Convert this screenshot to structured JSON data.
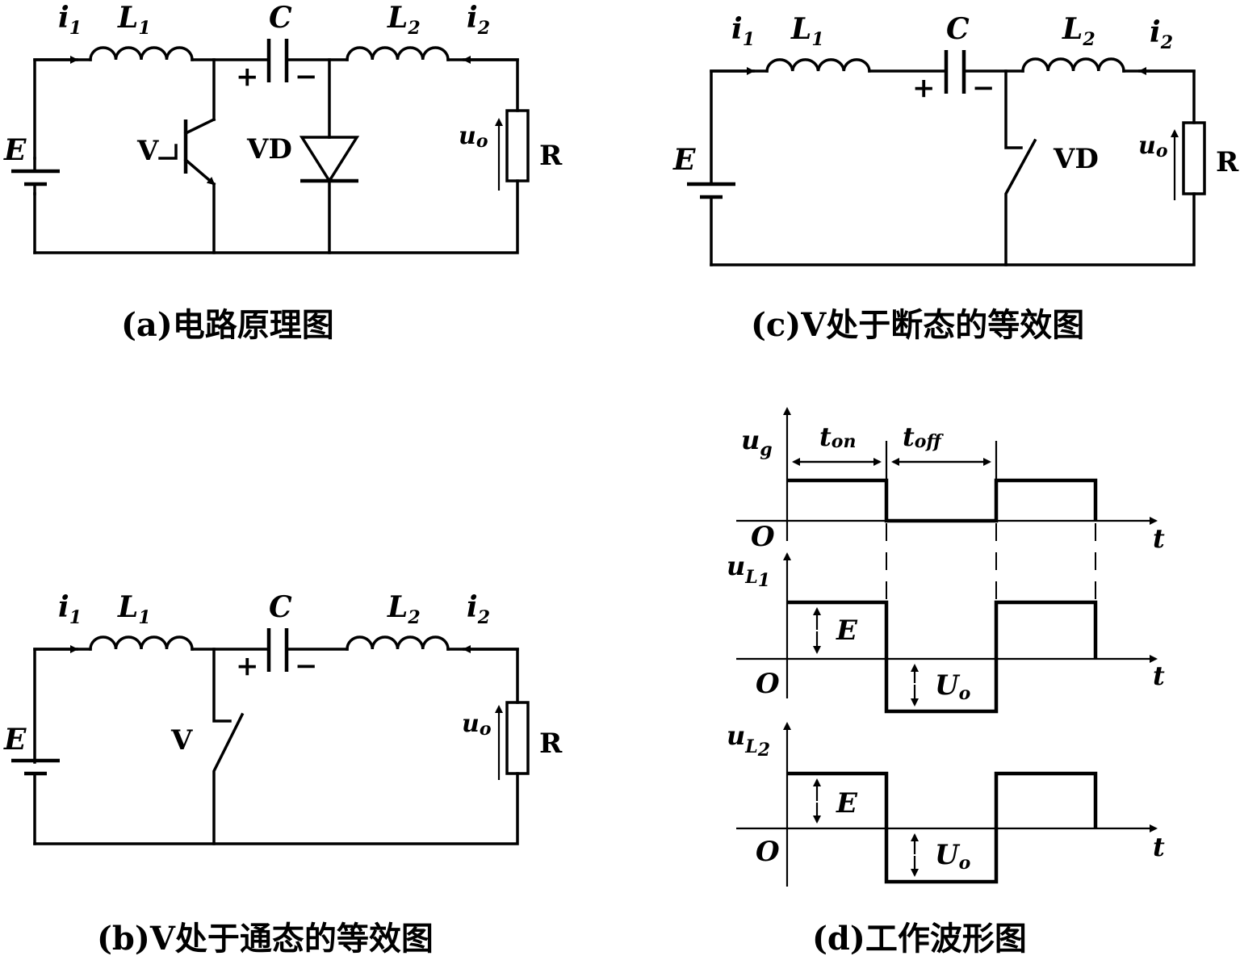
{
  "labels": {
    "E": "E",
    "i": "i",
    "L": "L",
    "C": "C",
    "one": "1",
    "two": "2",
    "plus": "+",
    "minus": "−",
    "V": "V",
    "VD": "VD",
    "R": "R",
    "u": "u",
    "o": "o",
    "U": "U",
    "t": "t",
    "O": "O",
    "g": "g",
    "L_sub": "L",
    "on": "on",
    "off": "off"
  },
  "captions": {
    "a": "(a)电路原理图",
    "b": "(b)V处于通态的等效图",
    "c": "(c)V处于断态的等效图",
    "d": "(d)工作波形图"
  }
}
